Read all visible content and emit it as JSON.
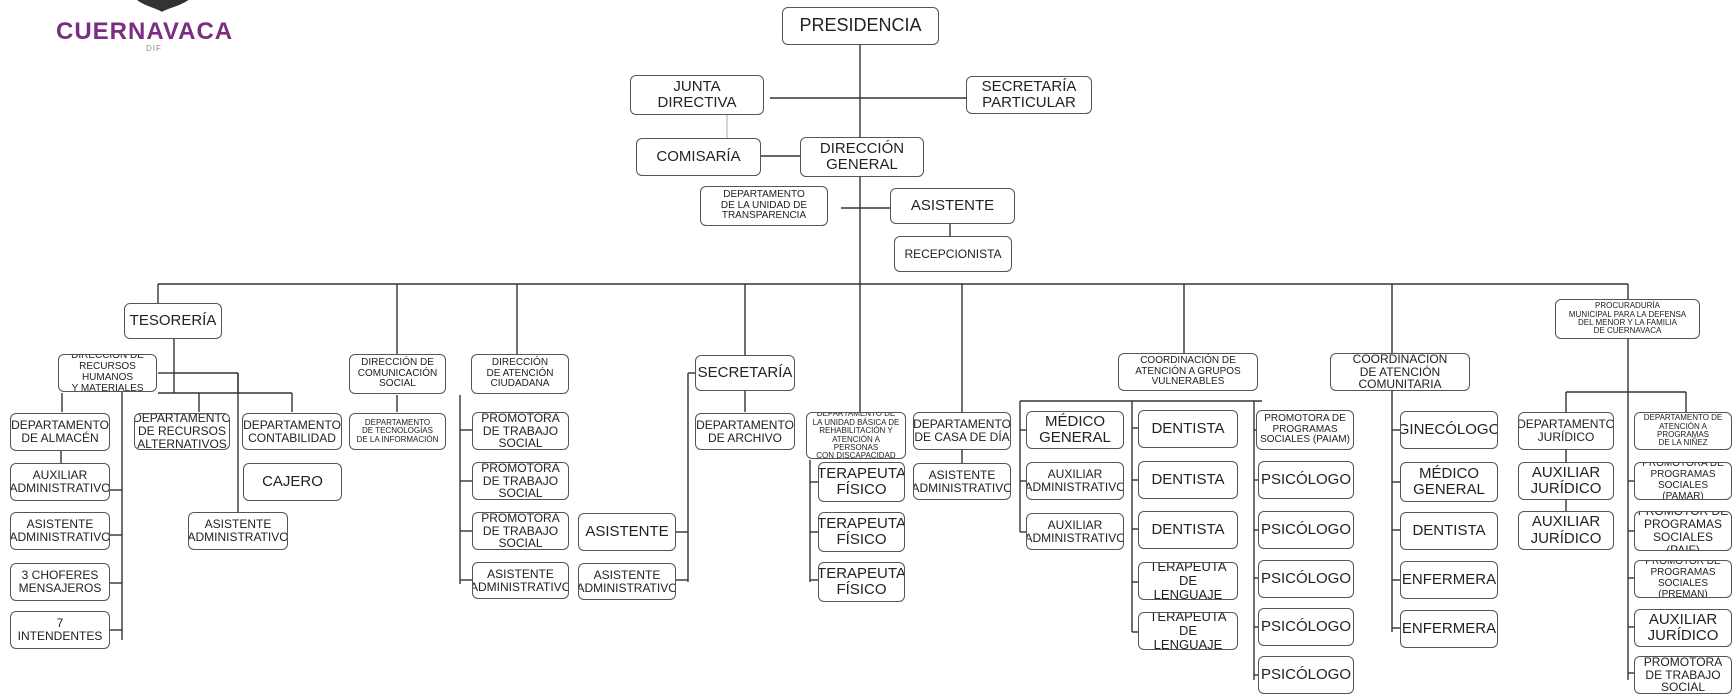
{
  "logo": {
    "name": "CUERNAVACA",
    "sub": "DIF"
  },
  "nodes": {
    "presidencia": "PRESIDENCIA",
    "junta": "JUNTA\nDIRECTIVA",
    "secretaria_particular": "SECRETARÍA\nPARTICULAR",
    "comisaria": "COMISARÍA",
    "direccion_general": "DIRECCIÓN\nGENERAL",
    "transparencia": "DEPARTAMENTO\nDE LA UNIDAD DE\nTRANSPARENCIA",
    "asistente_dg": "ASISTENTE",
    "recepcionista": "RECEPCIONISTA",
    "tesoreria": "TESORERÍA",
    "rrhh": "DIRECCIÓN DE\nRECURSOS HUMANOS\nY MATERIALES",
    "almacen": "DEPARTAMENTO\nDE ALMACÉN",
    "aux_admin_1": "AUXILIAR\nADMINISTRATIVO",
    "asist_admin_1": "ASISTENTE\nADMINISTRATIVO",
    "choferes": "3 CHOFERES\nMENSAJEROS",
    "intendentes": "7\nINTENDENTES",
    "recursos_alt": "DEPARTAMENTO\nDE RECURSOS\nALTERNATIVOS",
    "contabilidad": "DEPARTAMENTO\nCONTABILIDAD",
    "cajero": "CAJERO",
    "asist_admin_teso": "ASISTENTE\nADMINISTRATIVO",
    "comunicacion": "DIRECCIÓN DE\nCOMUNICACIÓN\nSOCIAL",
    "tecnologias": "DEPARTAMENTO\nDE TECNOLOGÍAS\nDE LA INFORMACIÓN",
    "atencion_ciudadana": "DIRECCIÓN\nDE ATENCIÓN\nCIUDADANA",
    "promotora_1": "PROMOTORA\nDE TRABAJO\nSOCIAL",
    "promotora_2": "PROMOTORA\nDE TRABAJO\nSOCIAL",
    "promotora_3": "PROMOTORA\nDE TRABAJO\nSOCIAL",
    "asist_admin_ac": "ASISTENTE\nADMINISTRATIVO",
    "secretaria": "SECRETARÍA",
    "archivo": "DEPARTAMENTO\nDE ARCHIVO",
    "asistente_sec": "ASISTENTE",
    "asist_admin_sec": "ASISTENTE\nADMINISTRATIVO",
    "rehabilitacion": "DEPARTAMENTO DE\nLA UNIDAD BÁSICA DE\nREHABILITACIÓN Y\nATENCIÓN A PERSONAS\nCON DISCAPACIDAD",
    "terapeuta_1": "TERAPEUTA\nFÍSICO",
    "terapeuta_2": "TERAPEUTA\nFÍSICO",
    "terapeuta_3": "TERAPEUTA\nFÍSICO",
    "casa_dia": "DEPARTAMENTO\nDE CASA DE DÍA",
    "asist_admin_cd": "ASISTENTE\nADMINISTRATIVO",
    "vulnerables": "COORDINACIÓN DE\nATENCIÓN A GRUPOS\nVULNERABLES",
    "medico_1": "MÉDICO\nGENERAL",
    "aux_admin_v1": "AUXILIAR\nADMINISTRATIVO",
    "aux_admin_v2": "AUXILIAR\nADMINISTRATIVO",
    "dentista_1": "DENTISTA",
    "dentista_2": "DENTISTA",
    "dentista_3": "DENTISTA",
    "lenguaje_1": "TERAPEUTA DE\nLENGUAJE",
    "lenguaje_2": "TERAPEUTA DE\nLENGUAJE",
    "paiam": "PROMOTORA DE\nPROGRAMAS\nSOCIALES (PAIAM)",
    "psicologo_1": "PSICÓLOGO",
    "psicologo_2": "PSICÓLOGO",
    "psicologo_3": "PSICÓLOGO",
    "psicologo_4": "PSICÓLOGO",
    "psicologo_5": "PSICÓLOGO",
    "comunitaria": "COORDINACIÓN\nDE ATENCIÓN\nCOMUNITARIA",
    "ginecologo": "GINECÓLOGO",
    "medico_2": "MÉDICO\nGENERAL",
    "dentista_4": "DENTISTA",
    "enfermera_1": "ENFERMERA",
    "enfermera_2": "ENFERMERA",
    "procuraduria": "PROCURADURÍA\nMUNICIPAL PARA LA DEFENSA\nDEL MENOR Y LA FAMILIA\nDE CUERNAVACA",
    "juridico": "DEPARTAMENTO\nJURÍDICO",
    "aux_juridico_1": "AUXILIAR\nJURÍDICO",
    "aux_juridico_2": "AUXILIAR\nJURÍDICO",
    "ninez": "DEPARTAMENTO DE\nATENCIÓN A PROGRAMAS\nDE LA NIÑEZ",
    "pamar": "PROMOTORA DE\nPROGRAMAS\nSOCIALES (PAMAR)",
    "paif": "PROMOTOR DE\nPROGRAMAS\nSOCIALES (PAIF)",
    "preman": "PROMOTOR DE\nPROGRAMAS\nSOCIALES (PREMAN)",
    "aux_juridico_3": "AUXILIAR\nJURÍDICO",
    "promotora_ts": "PROMOTORA\nDE TRABAJO\nSOCIAL"
  }
}
